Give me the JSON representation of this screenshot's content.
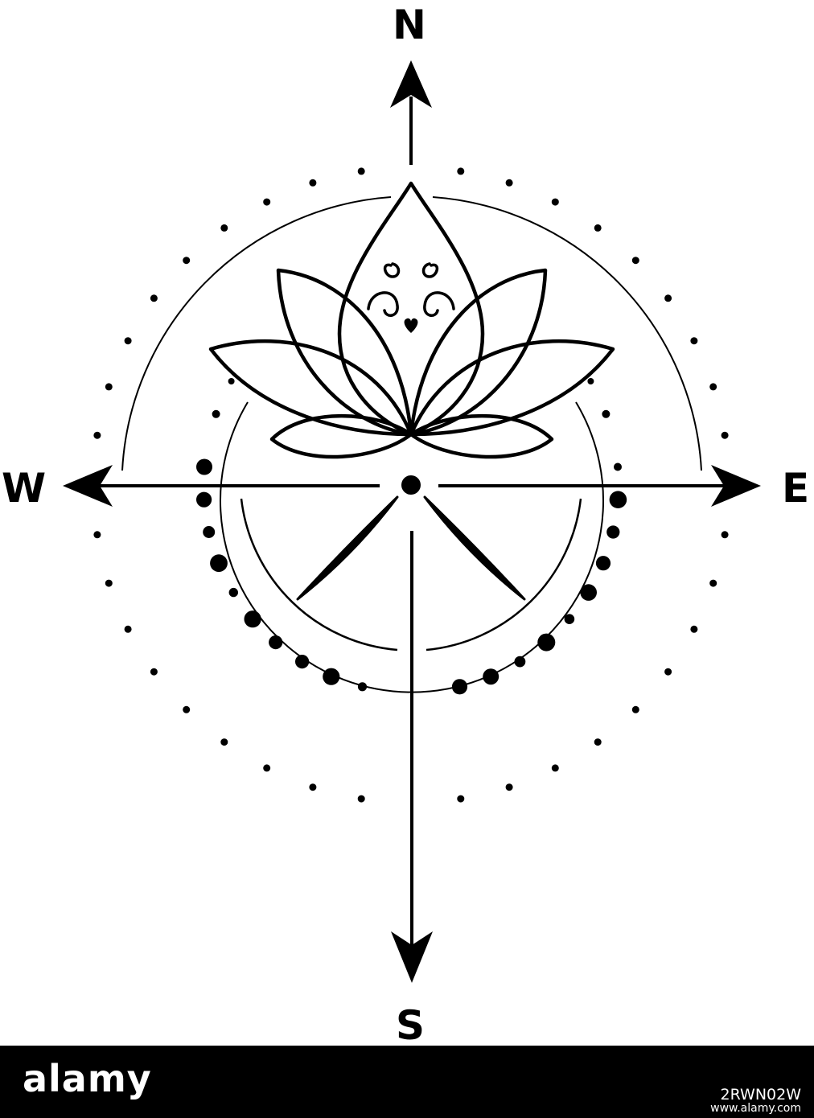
{
  "compass": {
    "north": "N",
    "south": "S",
    "west": "W",
    "east": "E",
    "ink_color": "#000000",
    "paper_color": "#ffffff"
  },
  "footer": {
    "logo": "alamy",
    "image_id": "2RWN02W",
    "site": "www.alamy.com",
    "bar_color": "#000000",
    "text_color": "#ffffff"
  }
}
